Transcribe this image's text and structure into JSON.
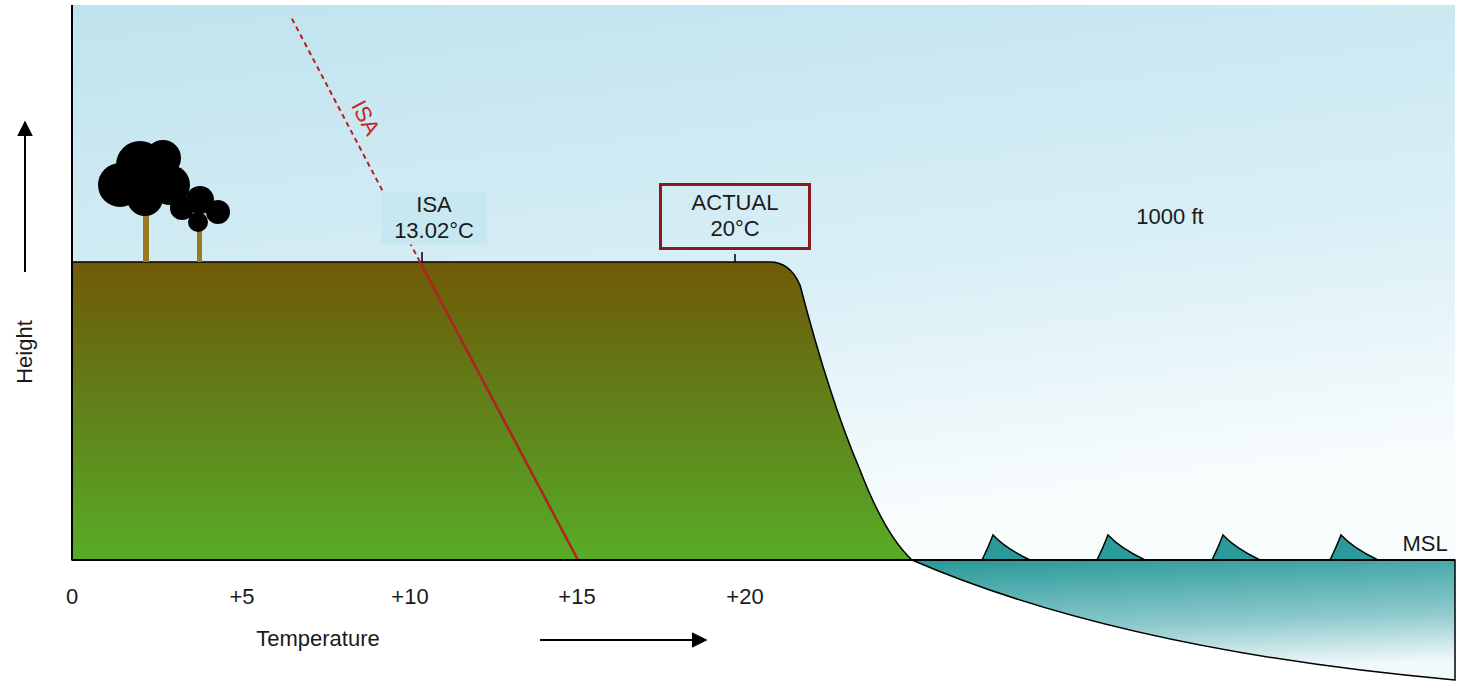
{
  "diagram": {
    "nodes": [
      {
        "text": [
          "ACTUAL 20°C"
        ]
      }
    ],
    "labels": [
      "ISA",
      "ISA 13.02°C",
      "1000 ft",
      "Height",
      "Temperature",
      "MSL",
      "0",
      "+5",
      "+10",
      "+15",
      "+20"
    ]
  }
}
